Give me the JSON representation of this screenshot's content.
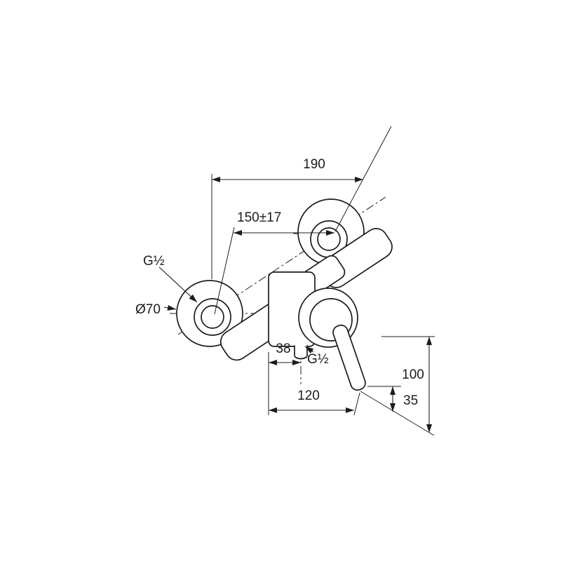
{
  "drawing": {
    "background": "#ffffff",
    "line_color": "#1c1c1c",
    "labels": {
      "overall_width": "190",
      "connection_distance": "150±17",
      "wall_thread": "G½",
      "escutcheon_diameter": "Ø70",
      "outlet_offset": "38",
      "outlet_thread": "G½",
      "depth": "120",
      "height": "100",
      "handle_drop": "35"
    }
  }
}
